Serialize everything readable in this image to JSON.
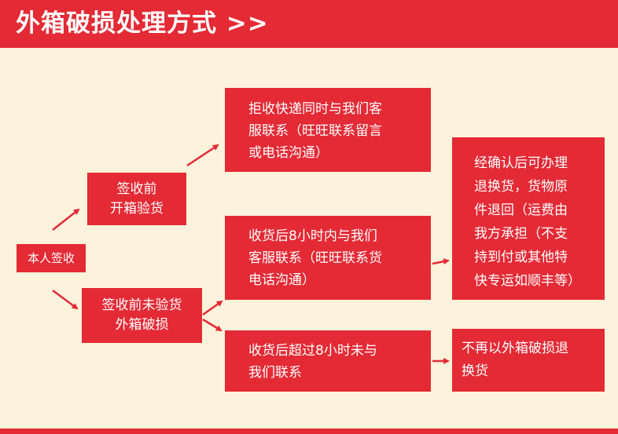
{
  "header": {
    "title": "外箱破损处理方式 >>"
  },
  "nodes": {
    "a": "本人签收",
    "b": "签收前\n开箱验货",
    "c": "签收前未验货\n外箱破损",
    "d": "拒收快递同时与我们客\n服联系（旺旺联系留言\n或电话沟通）",
    "e": "收货后8小时内与我们\n客服联系（旺旺联系货\n电话沟通）",
    "f": "收货后超过8小时未与\n我们联系",
    "g": "经确认后可办理\n退换货，货物原\n件退回（运费由\n我方承担（不支\n持到付或其他特\n快专运如顺丰等）",
    "h": "不再以外箱破损退\n换货"
  },
  "colors": {
    "accent": "#e42a35",
    "background": "#fdf3dc",
    "text": "#ffffff"
  }
}
